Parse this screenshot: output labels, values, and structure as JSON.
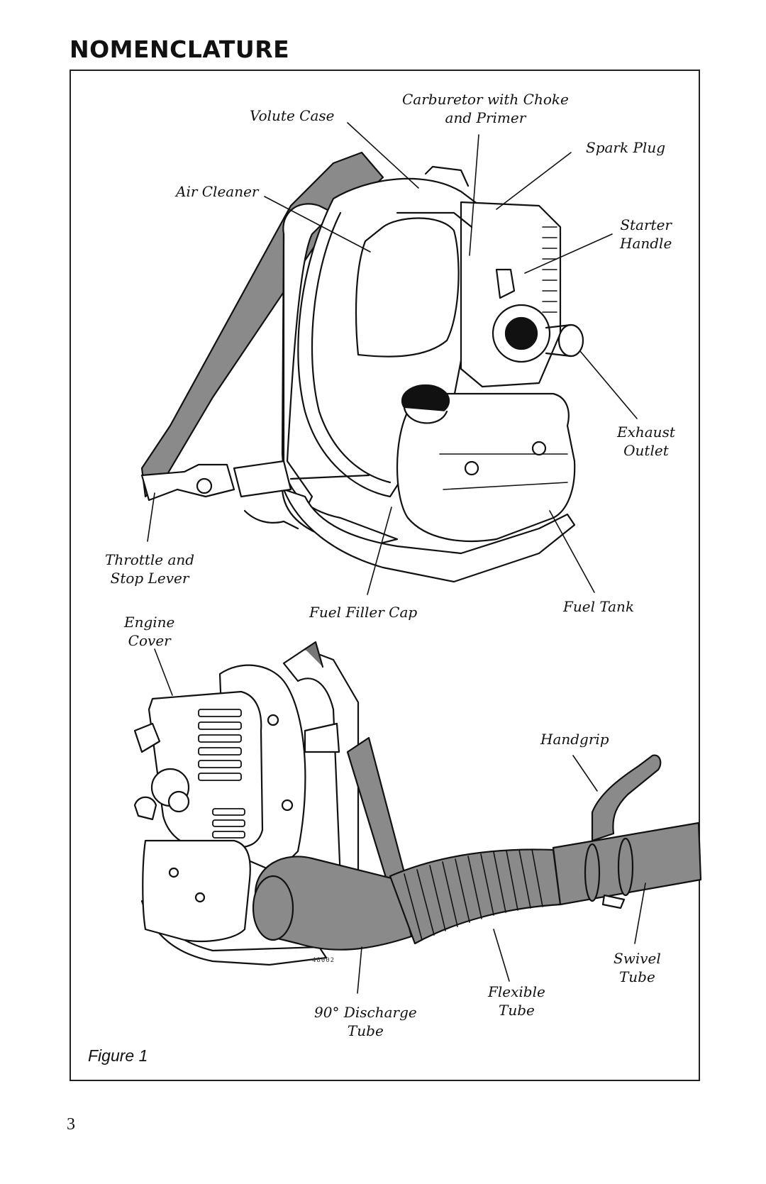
{
  "page": {
    "title": "NOMENCLATURE",
    "figure_caption": "Figure 1",
    "page_number": "3",
    "illustration_code": "48002"
  },
  "callouts": {
    "volute_case": [
      "Volute Case"
    ],
    "carburetor": [
      "Carburetor with Choke",
      "and Primer"
    ],
    "spark_plug": [
      "Spark Plug"
    ],
    "air_cleaner": [
      "Air Cleaner"
    ],
    "starter_handle": [
      "Starter",
      "Handle"
    ],
    "exhaust_outlet": [
      "Exhaust",
      "Outlet"
    ],
    "throttle": [
      "Throttle and",
      "Stop Lever"
    ],
    "fuel_filler_cap": [
      "Fuel Filler Cap"
    ],
    "fuel_tank": [
      "Fuel Tank"
    ],
    "engine_cover": [
      "Engine",
      "Cover"
    ],
    "handgrip": [
      "Handgrip"
    ],
    "swivel_tube": [
      "Swivel",
      "Tube"
    ],
    "flexible_tube": [
      "Flexible",
      "Tube"
    ],
    "discharge_tube": [
      "90° Discharge",
      "Tube"
    ]
  }
}
